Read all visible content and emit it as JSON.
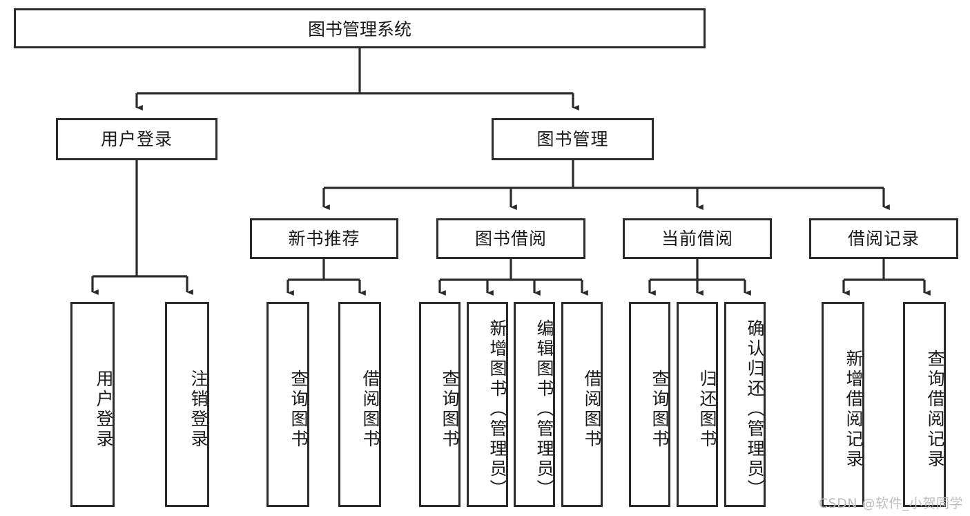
{
  "diagram": {
    "title": "图书管理系统",
    "type": "hierarchy-tree",
    "watermark": "CSDN @软件_小贺同学",
    "colors": {
      "border": "#2b2b2b",
      "background": "#ffffff",
      "text": "#1a1a1a",
      "watermark": "#bdbdbd"
    },
    "levels": {
      "root": {
        "label": "图书管理系统"
      },
      "level2": [
        {
          "label": "用户登录"
        },
        {
          "label": "图书管理"
        }
      ],
      "level3": [
        {
          "label": "新书推荐"
        },
        {
          "label": "图书借阅"
        },
        {
          "label": "当前借阅"
        },
        {
          "label": "借阅记录"
        }
      ],
      "leaves": [
        {
          "label": "用户登录",
          "parent": "用户登录"
        },
        {
          "label": "注销登录",
          "parent": "用户登录"
        },
        {
          "label": "查询图书",
          "parent": "新书推荐"
        },
        {
          "label": "借阅图书",
          "parent": "新书推荐"
        },
        {
          "label": "查询图书",
          "parent": "图书借阅"
        },
        {
          "label": "新增图书（管理员）",
          "parent": "图书借阅"
        },
        {
          "label": "编辑图书（管理员）",
          "parent": "图书借阅"
        },
        {
          "label": "借阅图书",
          "parent": "图书借阅"
        },
        {
          "label": "查询图书",
          "parent": "当前借阅"
        },
        {
          "label": "归还图书",
          "parent": "当前借阅"
        },
        {
          "label": "确认归还（管理员）",
          "parent": "当前借阅"
        },
        {
          "label": "新增借阅记录",
          "parent": "借阅记录"
        },
        {
          "label": "查询借阅记录",
          "parent": "借阅记录"
        }
      ]
    }
  }
}
